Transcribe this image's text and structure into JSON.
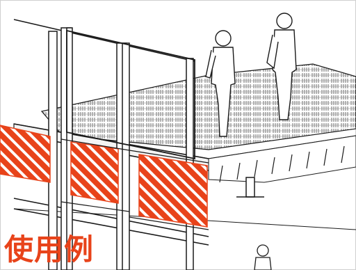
{
  "caption": {
    "text": "使用例",
    "color": "#e8431a"
  },
  "colors": {
    "accent": "#e8431a",
    "line": "#1a1a1a",
    "hatch": "#ffffff",
    "floor_pattern": "#6b6b6b",
    "background": "#ffffff"
  },
  "icons": {
    "panels": "hatched-panel",
    "figures": "person-silhouette"
  }
}
